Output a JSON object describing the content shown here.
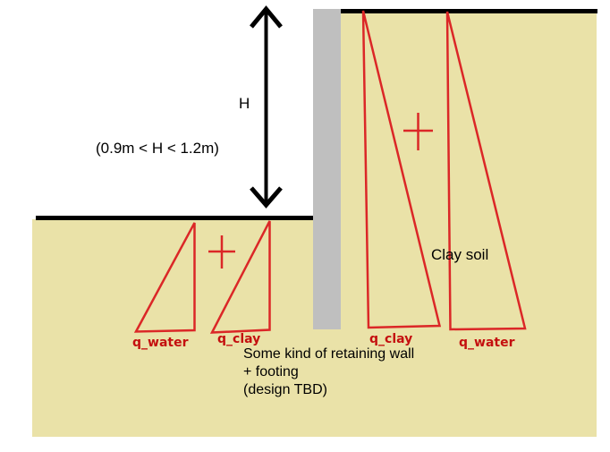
{
  "diagram": {
    "kind": "retaining-wall-pressure-sketch",
    "height_label": "H",
    "height_range": "(0.9m < H < 1.2m)",
    "soil_label": "Clay soil",
    "wall_note": "Some kind of retaining wall\n+ footing\n(design TBD)",
    "pressure_labels": {
      "left_water": "q_water",
      "left_clay": "q_clay",
      "right_clay": "q_clay",
      "right_water": "q_water"
    },
    "colors": {
      "background": "#ffffff",
      "soil": "#eae2a8",
      "wall": "#bfbfbf",
      "ink": "#000000",
      "pressure_line": "#db2727",
      "pressure_label": "#c40f0f"
    }
  }
}
